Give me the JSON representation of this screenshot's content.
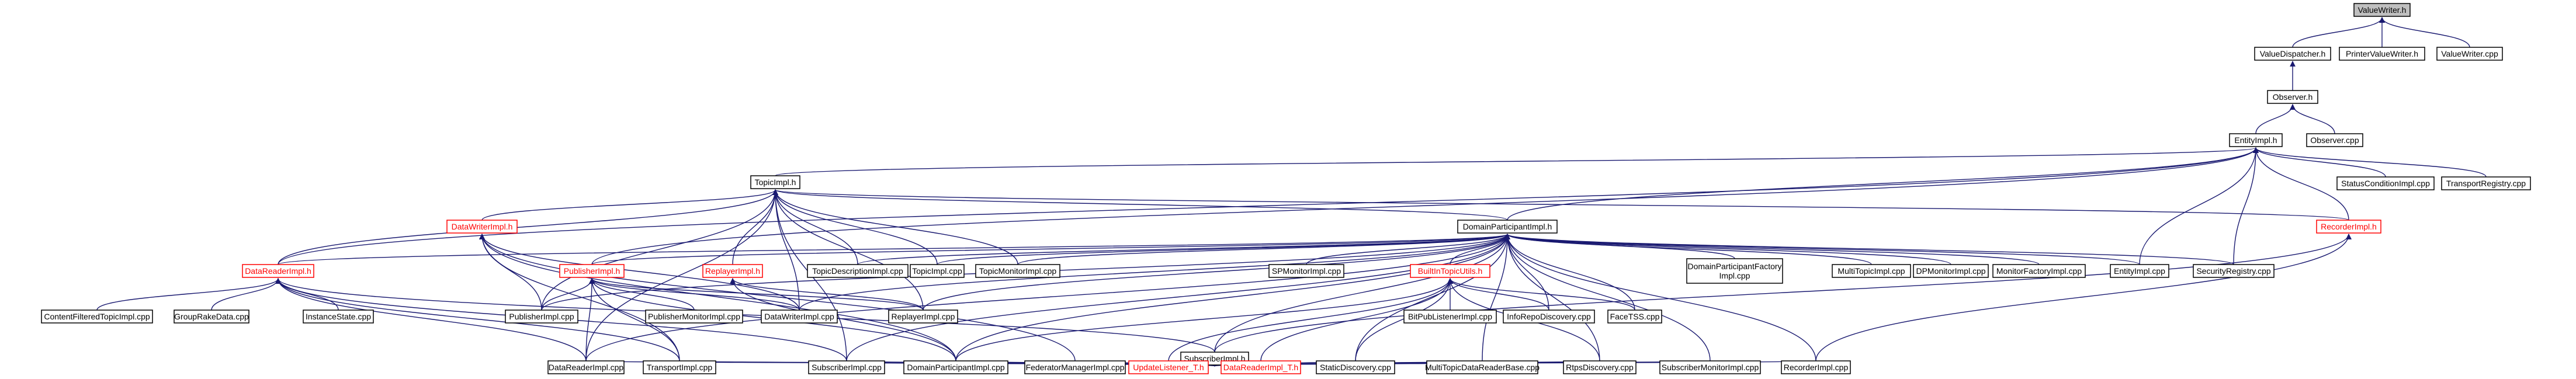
{
  "diagram": {
    "nodes": [
      {
        "id": "ValueWriter_h",
        "label": "ValueWriter.h",
        "style": "root"
      },
      {
        "id": "ValueDispatcher_h",
        "label": "ValueDispatcher.h",
        "style": "normal"
      },
      {
        "id": "PrinterValueWriter_h",
        "label": "PrinterValueWriter.h",
        "style": "normal"
      },
      {
        "id": "ValueWriter_cpp",
        "label": "ValueWriter.cpp",
        "style": "normal"
      },
      {
        "id": "Observer_h",
        "label": "Observer.h",
        "style": "normal"
      },
      {
        "id": "EntityImpl_h",
        "label": "EntityImpl.h",
        "style": "normal"
      },
      {
        "id": "Observer_cpp",
        "label": "Observer.cpp",
        "style": "normal"
      },
      {
        "id": "TopicImpl_h",
        "label": "TopicImpl.h",
        "style": "normal"
      },
      {
        "id": "StatusConditionImpl_cpp",
        "label": "StatusConditionImpl.cpp",
        "style": "normal"
      },
      {
        "id": "TransportRegistry_cpp",
        "label": "TransportRegistry.cpp",
        "style": "normal"
      },
      {
        "id": "DataWriterImpl_h",
        "label": "DataWriterImpl.h",
        "style": "red"
      },
      {
        "id": "DomainParticipantImpl_h",
        "label": "DomainParticipantImpl.h",
        "style": "normal"
      },
      {
        "id": "RecorderImpl_h",
        "label": "RecorderImpl.h",
        "style": "red"
      },
      {
        "id": "DataReaderImpl_h",
        "label": "DataReaderImpl.h",
        "style": "red"
      },
      {
        "id": "PublisherImpl_h",
        "label": "PublisherImpl.h",
        "style": "red"
      },
      {
        "id": "ReplayerImpl_h",
        "label": "ReplayerImpl.h",
        "style": "red"
      },
      {
        "id": "TopicDescriptionImpl_cpp",
        "label": "TopicDescriptionImpl.cpp",
        "style": "normal"
      },
      {
        "id": "TopicImpl_cpp",
        "label": "TopicImpl.cpp",
        "style": "normal"
      },
      {
        "id": "TopicMonitorImpl_cpp",
        "label": "TopicMonitorImpl.cpp",
        "style": "normal"
      },
      {
        "id": "SPMonitorImpl_cpp",
        "label": "SPMonitorImpl.cpp",
        "style": "normal"
      },
      {
        "id": "BuiltInTopicUtils_h",
        "label": "BuiltInTopicUtils.h",
        "style": "red"
      },
      {
        "id": "DomainParticipantFactoryImpl_cpp",
        "label": [
          "DomainParticipantFactory",
          "Impl.cpp"
        ],
        "style": "normal"
      },
      {
        "id": "MultiTopicImpl_cpp",
        "label": "MultiTopicImpl.cpp",
        "style": "normal"
      },
      {
        "id": "DPMonitorImpl_cpp",
        "label": "DPMonitorImpl.cpp",
        "style": "normal"
      },
      {
        "id": "MonitorFactoryImpl_cpp",
        "label": "MonitorFactoryImpl.cpp",
        "style": "normal"
      },
      {
        "id": "EntityImpl_cpp",
        "label": "EntityImpl.cpp",
        "style": "normal"
      },
      {
        "id": "SecurityRegistry_cpp",
        "label": "SecurityRegistry.cpp",
        "style": "normal"
      },
      {
        "id": "ContentFilteredTopicImpl_cpp",
        "label": "ContentFilteredTopicImpl.cpp",
        "style": "normal"
      },
      {
        "id": "GroupRakeData_cpp",
        "label": "GroupRakeData.cpp",
        "style": "normal"
      },
      {
        "id": "InstanceState_cpp",
        "label": "InstanceState.cpp",
        "style": "normal"
      },
      {
        "id": "PublisherImpl_cpp",
        "label": "PublisherImpl.cpp",
        "style": "normal"
      },
      {
        "id": "PublisherMonitorImpl_cpp",
        "label": "PublisherMonitorImpl.cpp",
        "style": "normal"
      },
      {
        "id": "DataWriterImpl_cpp",
        "label": "DataWriterImpl.cpp",
        "style": "normal"
      },
      {
        "id": "ReplayerImpl_cpp",
        "label": "ReplayerImpl.cpp",
        "style": "normal"
      },
      {
        "id": "BitPubListenerImpl_cpp",
        "label": "BitPubListenerImpl.cpp",
        "style": "normal"
      },
      {
        "id": "InfoRepoDiscovery_cpp",
        "label": "InfoRepoDiscovery.cpp",
        "style": "normal"
      },
      {
        "id": "FaceTSS_cpp",
        "label": "FaceTSS.cpp",
        "style": "normal"
      },
      {
        "id": "SubscriberImpl_h",
        "label": "SubscriberImpl.h",
        "style": "normal"
      },
      {
        "id": "DataReaderImpl_cpp",
        "label": "DataReaderImpl.cpp",
        "style": "normal"
      },
      {
        "id": "TransportImpl_cpp",
        "label": "TransportImpl.cpp",
        "style": "normal"
      },
      {
        "id": "SubscriberImpl_cpp",
        "label": "SubscriberImpl.cpp",
        "style": "normal"
      },
      {
        "id": "DomainParticipantImpl_cpp",
        "label": "DomainParticipantImpl.cpp",
        "style": "normal"
      },
      {
        "id": "FederatorManagerImpl_cpp",
        "label": "FederatorManagerImpl.cpp",
        "style": "normal"
      },
      {
        "id": "UpdateListener_T_h",
        "label": "UpdateListener_T.h",
        "style": "red"
      },
      {
        "id": "DataReaderImpl_T_h",
        "label": "DataReaderImpl_T.h",
        "style": "red"
      },
      {
        "id": "StaticDiscovery_cpp",
        "label": "StaticDiscovery.cpp",
        "style": "normal"
      },
      {
        "id": "MultiTopicDataReaderBase_cpp",
        "label": "MultiTopicDataReaderBase.cpp",
        "style": "normal"
      },
      {
        "id": "RtpsDiscovery_cpp",
        "label": "RtpsDiscovery.cpp",
        "style": "normal"
      },
      {
        "id": "SubscriberMonitorImpl_cpp",
        "label": "SubscriberMonitorImpl.cpp",
        "style": "normal"
      },
      {
        "id": "RecorderImpl_cpp",
        "label": "RecorderImpl.cpp",
        "style": "normal"
      }
    ],
    "edges": [
      [
        "ValueWriter_h",
        "ValueDispatcher_h"
      ],
      [
        "ValueWriter_h",
        "PrinterValueWriter_h"
      ],
      [
        "ValueWriter_h",
        "ValueWriter_cpp"
      ],
      [
        "ValueDispatcher_h",
        "Observer_h"
      ],
      [
        "Observer_h",
        "EntityImpl_h"
      ],
      [
        "Observer_h",
        "Observer_cpp"
      ],
      [
        "EntityImpl_h",
        "TopicImpl_h"
      ],
      [
        "EntityImpl_h",
        "StatusConditionImpl_cpp"
      ],
      [
        "EntityImpl_h",
        "TransportRegistry_cpp"
      ],
      [
        "EntityImpl_h",
        "DomainParticipantImpl_h"
      ],
      [
        "EntityImpl_h",
        "RecorderImpl_h"
      ],
      [
        "EntityImpl_h",
        "EntityImpl_cpp"
      ],
      [
        "EntityImpl_h",
        "SecurityRegistry_cpp"
      ],
      [
        "EntityImpl_h",
        "DataReaderImpl_h"
      ],
      [
        "EntityImpl_h",
        "PublisherImpl_h"
      ],
      [
        "TopicImpl_h",
        "DataWriterImpl_h"
      ],
      [
        "TopicImpl_h",
        "DomainParticipantImpl_h"
      ],
      [
        "TopicImpl_h",
        "RecorderImpl_h"
      ],
      [
        "TopicImpl_h",
        "DataReaderImpl_h"
      ],
      [
        "TopicImpl_h",
        "ReplayerImpl_h"
      ],
      [
        "TopicImpl_h",
        "TopicDescriptionImpl_cpp"
      ],
      [
        "TopicImpl_h",
        "TopicImpl_cpp"
      ],
      [
        "TopicImpl_h",
        "TopicMonitorImpl_cpp"
      ],
      [
        "TopicImpl_h",
        "PublisherImpl_cpp"
      ],
      [
        "TopicImpl_h",
        "DataWriterImpl_cpp"
      ],
      [
        "TopicImpl_h",
        "ReplayerImpl_cpp"
      ],
      [
        "TopicImpl_h",
        "DataReaderImpl_cpp"
      ],
      [
        "TopicImpl_h",
        "SubscriberImpl_cpp"
      ],
      [
        "DataWriterImpl_h",
        "PublisherImpl_cpp"
      ],
      [
        "DataWriterImpl_h",
        "DataWriterImpl_cpp"
      ],
      [
        "DataWriterImpl_h",
        "TransportImpl_cpp"
      ],
      [
        "DataWriterImpl_h",
        "DomainParticipantImpl_cpp"
      ],
      [
        "DataWriterImpl_h",
        "FederatorManagerImpl_cpp"
      ],
      [
        "DomainParticipantImpl_h",
        "DataReaderImpl_h"
      ],
      [
        "DomainParticipantImpl_h",
        "PublisherImpl_h"
      ],
      [
        "DomainParticipantImpl_h",
        "TopicDescriptionImpl_cpp"
      ],
      [
        "DomainParticipantImpl_h",
        "TopicImpl_cpp"
      ],
      [
        "DomainParticipantImpl_h",
        "TopicMonitorImpl_cpp"
      ],
      [
        "DomainParticipantImpl_h",
        "SPMonitorImpl_cpp"
      ],
      [
        "DomainParticipantImpl_h",
        "BuiltInTopicUtils_h"
      ],
      [
        "DomainParticipantImpl_h",
        "DomainParticipantFactoryImpl_cpp"
      ],
      [
        "DomainParticipantImpl_h",
        "MultiTopicImpl_cpp"
      ],
      [
        "DomainParticipantImpl_h",
        "DPMonitorImpl_cpp"
      ],
      [
        "DomainParticipantImpl_h",
        "MonitorFactoryImpl_cpp"
      ],
      [
        "DomainParticipantImpl_h",
        "EntityImpl_cpp"
      ],
      [
        "DomainParticipantImpl_h",
        "SecurityRegistry_cpp"
      ],
      [
        "DomainParticipantImpl_h",
        "PublisherImpl_cpp"
      ],
      [
        "DomainParticipantImpl_h",
        "DataWriterImpl_cpp"
      ],
      [
        "DomainParticipantImpl_h",
        "ReplayerImpl_cpp"
      ],
      [
        "DomainParticipantImpl_h",
        "InfoRepoDiscovery_cpp"
      ],
      [
        "DomainParticipantImpl_h",
        "FaceTSS_cpp"
      ],
      [
        "DomainParticipantImpl_h",
        "SubscriberImpl_h"
      ],
      [
        "DomainParticipantImpl_h",
        "DataReaderImpl_cpp"
      ],
      [
        "DomainParticipantImpl_h",
        "SubscriberImpl_cpp"
      ],
      [
        "DomainParticipantImpl_h",
        "DomainParticipantImpl_cpp"
      ],
      [
        "DomainParticipantImpl_h",
        "StaticDiscovery_cpp"
      ],
      [
        "DomainParticipantImpl_h",
        "RtpsDiscovery_cpp"
      ],
      [
        "DomainParticipantImpl_h",
        "SubscriberMonitorImpl_cpp"
      ],
      [
        "DomainParticipantImpl_h",
        "RecorderImpl_cpp"
      ],
      [
        "DomainParticipantImpl_h",
        "MultiTopicDataReaderBase_cpp"
      ],
      [
        "RecorderImpl_h",
        "SubscriberImpl_h"
      ],
      [
        "RecorderImpl_h",
        "RecorderImpl_cpp"
      ],
      [
        "DataReaderImpl_h",
        "ContentFilteredTopicImpl_cpp"
      ],
      [
        "DataReaderImpl_h",
        "GroupRakeData_cpp"
      ],
      [
        "DataReaderImpl_h",
        "InstanceState_cpp"
      ],
      [
        "DataReaderImpl_h",
        "SubscriberImpl_h"
      ],
      [
        "DataReaderImpl_h",
        "DataReaderImpl_cpp"
      ],
      [
        "DataReaderImpl_h",
        "TransportImpl_cpp"
      ],
      [
        "DataReaderImpl_h",
        "SubscriberImpl_cpp"
      ],
      [
        "PublisherImpl_h",
        "PublisherImpl_cpp"
      ],
      [
        "PublisherImpl_h",
        "PublisherMonitorImpl_cpp"
      ],
      [
        "PublisherImpl_h",
        "DataWriterImpl_cpp"
      ],
      [
        "PublisherImpl_h",
        "ReplayerImpl_cpp"
      ],
      [
        "PublisherImpl_h",
        "DataReaderImpl_cpp"
      ],
      [
        "PublisherImpl_h",
        "TransportImpl_cpp"
      ],
      [
        "PublisherImpl_h",
        "DomainParticipantImpl_cpp"
      ],
      [
        "ReplayerImpl_h",
        "ReplayerImpl_cpp"
      ],
      [
        "ReplayerImpl_h",
        "DomainParticipantImpl_cpp"
      ],
      [
        "BuiltInTopicUtils_h",
        "BitPubListenerImpl_cpp"
      ],
      [
        "BuiltInTopicUtils_h",
        "InfoRepoDiscovery_cpp"
      ],
      [
        "BuiltInTopicUtils_h",
        "FaceTSS_cpp"
      ],
      [
        "BuiltInTopicUtils_h",
        "DataReaderImpl_T_h"
      ],
      [
        "BuiltInTopicUtils_h",
        "UpdateListener_T_h"
      ],
      [
        "BuiltInTopicUtils_h",
        "StaticDiscovery_cpp"
      ],
      [
        "BuiltInTopicUtils_h",
        "RtpsDiscovery_cpp"
      ],
      [
        "BuiltInTopicUtils_h",
        "DomainParticipantImpl_cpp"
      ],
      [
        "SubscriberImpl_h",
        "DataReaderImpl_cpp"
      ],
      [
        "SubscriberImpl_h",
        "TransportImpl_cpp"
      ],
      [
        "SubscriberImpl_h",
        "SubscriberImpl_cpp"
      ],
      [
        "SubscriberImpl_h",
        "DomainParticipantImpl_cpp"
      ],
      [
        "SubscriberImpl_h",
        "FederatorManagerImpl_cpp"
      ],
      [
        "SubscriberImpl_h",
        "UpdateListener_T_h"
      ],
      [
        "SubscriberImpl_h",
        "DataReaderImpl_T_h"
      ],
      [
        "SubscriberImpl_h",
        "StaticDiscovery_cpp"
      ],
      [
        "SubscriberImpl_h",
        "MultiTopicDataReaderBase_cpp"
      ],
      [
        "SubscriberImpl_h",
        "RtpsDiscovery_cpp"
      ],
      [
        "SubscriberImpl_h",
        "SubscriberMonitorImpl_cpp"
      ],
      [
        "SubscriberImpl_h",
        "RecorderImpl_cpp"
      ]
    ]
  }
}
